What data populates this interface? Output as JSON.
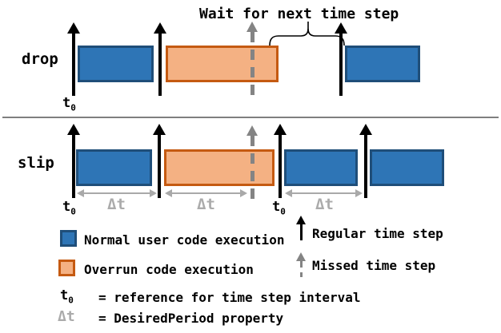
{
  "colors": {
    "blue_fill": "#2E75B6",
    "blue_border": "#1F4E79",
    "orange_fill": "#F4B183",
    "orange_border": "#C55A11",
    "arrow_black": "#000000",
    "arrow_gray_dashed": "#848484",
    "measure_gray": "#A9A9A9",
    "dt_text_gray": "#ABABAB"
  },
  "drop_row": {
    "label": "drop",
    "wait_annotation": "Wait for next time step",
    "t0": {
      "base": "t",
      "sub": "0"
    }
  },
  "slip_row": {
    "label": "slip",
    "t0_first": {
      "base": "t",
      "sub": "0"
    },
    "t0_second": {
      "base": "t",
      "sub": "0"
    },
    "dt_labels": [
      "Δt",
      "Δt",
      "Δt"
    ]
  },
  "legend": {
    "normal_label": "Normal user code execution",
    "overrun_label": "Overrun code execution",
    "regular_label": "Regular time step",
    "missed_label": "Missed time step"
  },
  "definitions": {
    "t0": {
      "symbol_base": "t",
      "symbol_sub": "0",
      "text": "= reference for time step interval"
    },
    "dt": {
      "symbol": "Δt",
      "text": "= DesiredPeriod property"
    }
  }
}
